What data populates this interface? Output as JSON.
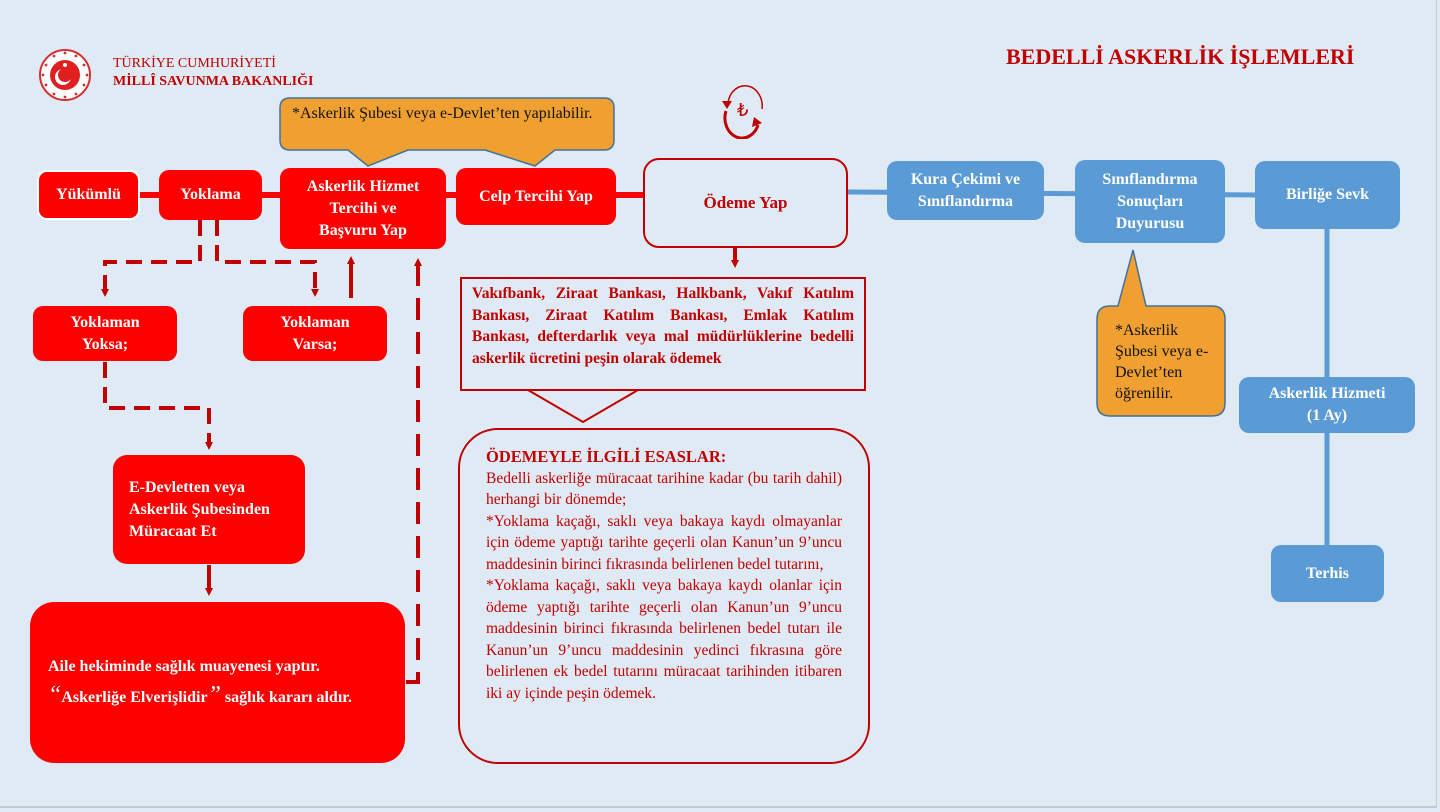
{
  "header": {
    "org_line1": "TÜRKİYE CUMHURİYETİ",
    "org_line2": "MİLLÎ SAVUNMA BAKANLIĞI",
    "logo": "ministry-emblem-icon",
    "title": "BEDELLİ ASKERLİK İŞLEMLERİ"
  },
  "colors": {
    "red_box": "#ff0000",
    "dark_red": "#c00000",
    "blue_box": "#5b9bd5",
    "callout": "#f0a030",
    "background": "#dfeaf5"
  },
  "flow": {
    "yukumlu": "Yükümlü",
    "yoklama": "Yoklama",
    "askerlik_hizmet_tercihi": [
      "Askerlik Hizmet",
      "Tercihi ve",
      "Başvuru Yap"
    ],
    "celp_tercihi": "Celp Tercihi Yap",
    "odeme_yap": "Ödeme Yap",
    "payment_icon": "lira-cycle-icon",
    "yoklaman_yoksa": [
      "Yoklaman",
      "Yoksa;"
    ],
    "yoklaman_varsa": [
      "Yoklaman",
      "Varsa;"
    ],
    "edevlet_muracaat": [
      "E-Devletten veya",
      "Askerlik Şubesinden",
      "Müracaat Et"
    ],
    "aile_hekimi_line1": "Aile hekiminde sağlık muayenesi yaptır.",
    "aile_hekimi_quote_open": "“",
    "aile_hekimi_quoted": "Askerliğe Elverişlidir",
    "aile_hekimi_quote_close": "”",
    "aile_hekimi_line2_rest": " sağlık kararı aldır.",
    "kura_cekimi": [
      "Kura Çekimi ve",
      "Sınıflandırma"
    ],
    "siniflandirma_sonuclari": [
      "Sınıflandırma",
      "Sonuçları",
      "Duyurusu"
    ],
    "birlige_sevk": "Birliğe Sevk",
    "askerlik_hizmeti": [
      "Askerlik Hizmeti",
      "(1 Ay)"
    ],
    "terhis": "Terhis"
  },
  "callouts": {
    "top": "*Askerlik Şubesi veya e-Devlet’ten yapılabilir.",
    "right": "*Askerlik Şubesi veya e-Devlet’ten öğrenilir."
  },
  "bank_box": "Vakıfbank, Ziraat Bankası, Halkbank, Vakıf Katılım Bankası, Ziraat Katılım Bankası, Emlak Katılım Bankası, defterdarlık veya mal müdürlüklerine bedelli askerlik ücretini peşin olarak ödemek",
  "payment_rules": {
    "heading": "ÖDEMEYLE İLGİLİ ESASLAR:",
    "intro": "Bedelli askerliğe müracaat tarihine kadar (bu tarih dahil) herhangi bir dönemde;",
    "rule1": "*Yoklama kaçağı, saklı veya bakaya kaydı olmayanlar için ödeme yaptığı tarihte geçerli olan Kanun’un 9’uncu maddesinin birinci fıkrasında belirlenen bedel tutarını,",
    "rule2": "*Yoklama kaçağı, saklı veya bakaya kaydı olanlar için ödeme yaptığı tarihte geçerli olan Kanun’un 9’uncu maddesinin birinci fıkrasında belirlenen bedel tutarı ile Kanun’un 9’uncu maddesinin yedinci fıkrasına göre belirlenen ek bedel tutarını müracaat tarihinden itibaren iki ay içinde peşin ödemek."
  }
}
